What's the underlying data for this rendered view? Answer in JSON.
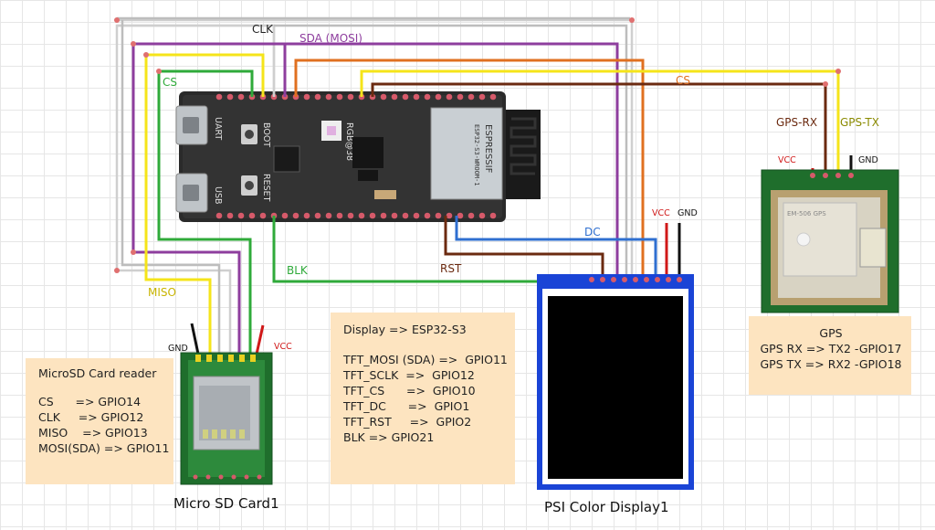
{
  "wire_labels": {
    "clk": "CLK",
    "sda_mosi": "SDA (MOSI)",
    "cs_sd": "CS",
    "cs_display": "CS",
    "miso": "MISO",
    "blk": "BLK",
    "rst": "RST",
    "dc": "DC",
    "gps_rx": "GPS-RX",
    "gps_tx": "GPS-TX"
  },
  "pin_labels": {
    "sd_gnd": "GND",
    "sd_vcc": "VCC",
    "disp_vcc": "VCC",
    "disp_gnd": "GND",
    "gps_vcc": "VCC",
    "gps_gnd": "GND"
  },
  "board": {
    "brand": "ESPRESSIF",
    "module": "ESP32-S3-WROOM-1",
    "boot": "BOOT",
    "reset": "RESET",
    "uart": "UART",
    "usb": "USB",
    "rgb": "RGB@38"
  },
  "gps_module_text": "EM-506 GPS",
  "notes": {
    "sd": {
      "title": "MicroSD Card reader",
      "lines": [
        "CS      => GPIO14",
        "CLK     => GPIO12",
        "MISO    => GPIO13",
        "MOSI(SDA) => GPIO11"
      ]
    },
    "display": {
      "title": "Display => ESP32-S3",
      "lines": [
        "TFT_MOSI (SDA) =>  GPIO11",
        "TFT_SCLK  =>  GPIO12",
        "TFT_CS      =>  GPIO10",
        "TFT_DC      =>  GPIO1",
        "TFT_RST     =>  GPIO2",
        "BLK => GPIO21"
      ]
    },
    "gps": {
      "title": "GPS",
      "lines": [
        "GPS RX => TX2 -GPIO17",
        "GPS TX => RX2 -GPIO18"
      ]
    }
  },
  "captions": {
    "sd": "Micro SD Card1",
    "display": "PSI Color Display1"
  },
  "colors": {
    "clk": "#c8c8c8",
    "sda": "#8e3e9e",
    "cs_sd": "#2faa3a",
    "cs_disp": "#6b2a10",
    "yellow": "#f5e41a",
    "orange": "#e07020",
    "blue": "#2f6fd0",
    "red": "#d01818",
    "black": "#111111",
    "pcb_green": "#1f6e2c",
    "note_bg": "#fde4c0",
    "board": "#222222",
    "display_frame": "#1a44d6"
  }
}
